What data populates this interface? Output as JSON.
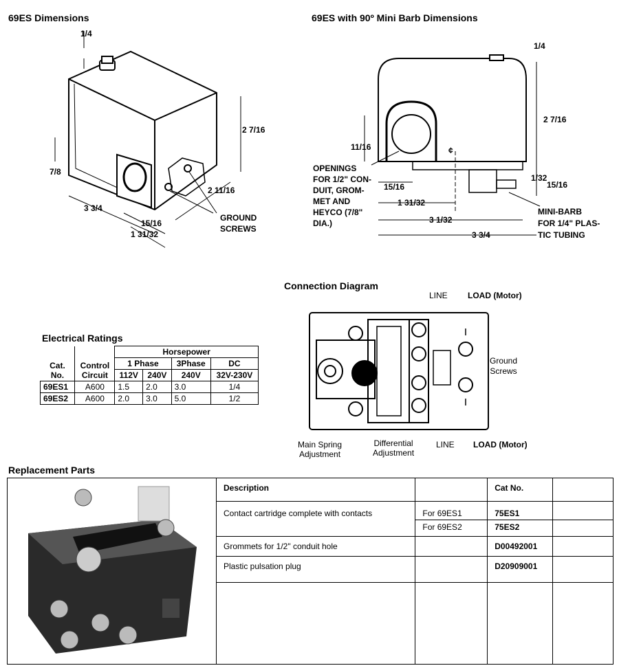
{
  "headings": {
    "dim_left": "69ES Dimensions",
    "dim_right": "69ES with 90º Mini Barb Dimensions",
    "connection": "Connection Diagram",
    "ratings": "Electrical Ratings",
    "parts": "Replacement Parts"
  },
  "dim_left_labels": {
    "quarter": "1/4",
    "seven_eighths": "7/8",
    "height": "2 7/16",
    "width": "3 3/4",
    "depth": "2 11/16",
    "fifteen_sixteenths": "15/16",
    "one_31_32": "1 31/32",
    "ground_screws_1": "GROUND",
    "ground_screws_2": "SCREWS"
  },
  "dim_right_labels": {
    "quarter": "1/4",
    "height": "2 7/16",
    "eleven_sixteenths": "11/16",
    "cl": "¢",
    "one_32": "1/32",
    "fifteen_sixteenths_r": "15/16",
    "fifteen_sixteenths": "15/16",
    "one_31_32": "1 31/32",
    "three_1_32": "3 1/32",
    "width": "3 3/4",
    "openings": [
      "OPENINGS",
      "FOR 1/2\" CON-",
      "DUIT, GROM-",
      "MET AND",
      "HEYCO (7/8\"",
      "DIA.)"
    ],
    "mini_barb": [
      "MINI-BARB",
      "FOR 1/4\" PLAS-",
      "TIC TUBING"
    ]
  },
  "connection_labels": {
    "line_top": "LINE",
    "load_top": "LOAD (Motor)",
    "ground_screws": [
      "Ground",
      "Screws"
    ],
    "main_spring": [
      "Main Spring",
      "Adjustment"
    ],
    "differential": [
      "Differential",
      "Adjustment"
    ],
    "line_bottom": "LINE",
    "load_bottom": "LOAD (Motor)"
  },
  "ratings": {
    "h_cat": "Cat.",
    "h_no": "No.",
    "h_control": "Control",
    "h_circuit": "Circuit",
    "h_hp": "Horsepower",
    "h_1phase": "1 Phase",
    "h_3phase": "3Phase",
    "h_dc": "DC",
    "v1": "112V",
    "v2": "240V",
    "v3": "240V",
    "v4": "32V-230V",
    "rows": [
      {
        "cat": "69ES1",
        "ctrl": "A600",
        "a": "1.5",
        "b": "2.0",
        "c": "3.0",
        "d": "1/4"
      },
      {
        "cat": "69ES2",
        "ctrl": "A600",
        "a": "2.0",
        "b": "3.0",
        "c": "5.0",
        "d": "1/2"
      }
    ]
  },
  "parts": {
    "h_desc": "Description",
    "h_cat": "Cat No.",
    "r1_desc": "Contact cartridge complete with contacts",
    "r1_for1": "For 69ES1",
    "r1_cat1": "75ES1",
    "r1_for2": "For 69ES2",
    "r1_cat2": "75ES2",
    "r2_desc": "Grommets for 1/2\" conduit hole",
    "r2_cat": "D00492001",
    "r3_desc": "Plastic pulsation plug",
    "r3_cat": "D20909001"
  }
}
